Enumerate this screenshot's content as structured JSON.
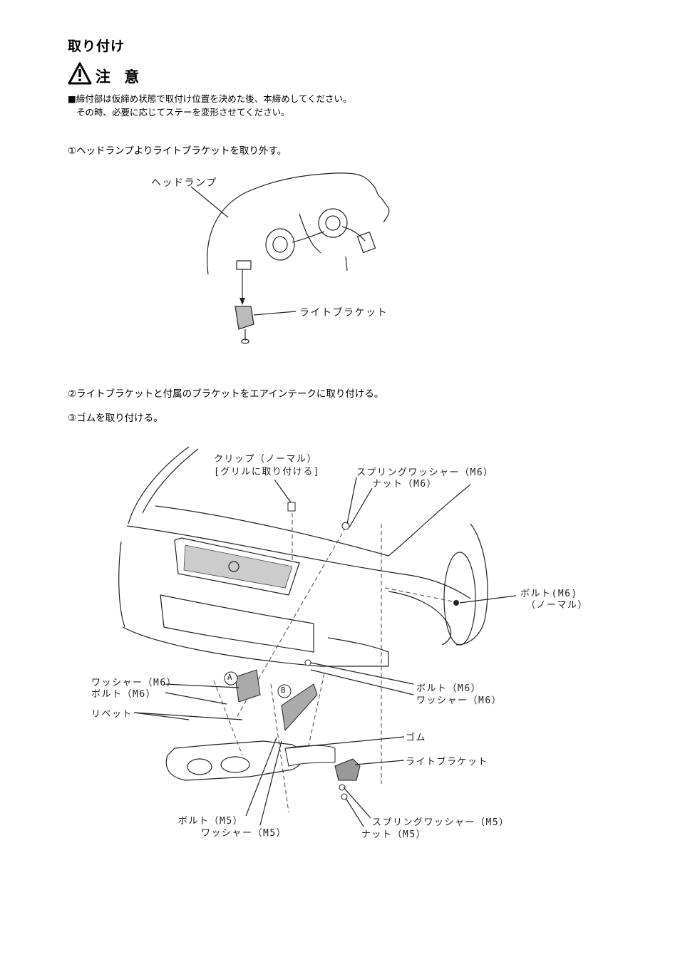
{
  "title": "取り付け",
  "caution": {
    "label": "注 意",
    "lines": [
      "■締付部は仮締め状態で取付け位置を決めた後、本締めしてください。",
      "その時、必要に応じてステーを変形させてください。"
    ]
  },
  "steps": [
    "①ヘッドランプよりライトブラケットを取り外す。",
    "②ライトブラケットと付属のブラケットをエアインテークに取り付ける。",
    "③ゴムを取り付ける。"
  ],
  "figure1": {
    "labels": {
      "headlamp": "ヘッドランプ",
      "bracket": "ライトブラケット"
    }
  },
  "figure2": {
    "labels": {
      "clip_1": "クリップ（ノーマル）",
      "clip_2": "[グリルに取り付ける]",
      "spring_washer_m6": "スプリングワッシャー（M6）",
      "nut_m6": "ナット（M6）",
      "bolt_m6_normal_1": "ボルト(M6)",
      "bolt_m6_normal_2": "（ノーマル）",
      "washer_m6_left": "ワッシャー（M6）",
      "bolt_m6_left": "ボルト（M6）",
      "rivet": "リベット",
      "bolt_m6_right": "ボルト（M6）",
      "washer_m6_right": "ワッシャー（M6）",
      "rubber": "ゴム",
      "light_bracket": "ライトブラケット",
      "bolt_m5": "ボルト（M5）",
      "washer_m5": "ワッシャー（M5）",
      "spring_washer_m5": "スプリングワッシャー（M5）",
      "nut_m5": "ナット（M5）",
      "marker_a": "A",
      "marker_b": "B"
    }
  }
}
